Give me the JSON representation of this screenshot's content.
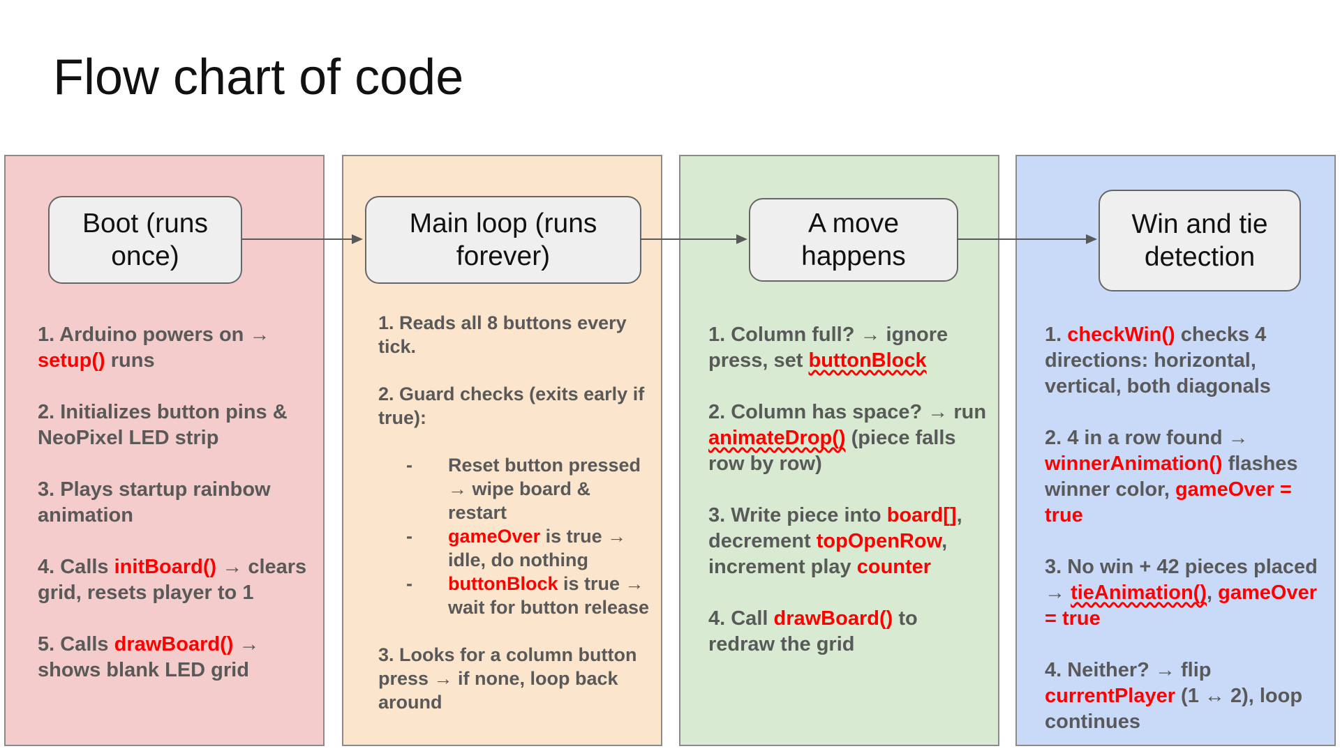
{
  "title": "Flow chart of code",
  "colors": {
    "col1_bg": "#f4cccc",
    "col2_bg": "#fce5cd",
    "col3_bg": "#d9ead3",
    "col4_bg": "#c9daf8",
    "highlight": "#ff0000"
  },
  "columns": [
    {
      "node": "Boot (runs\nonce)",
      "steps": [
        [
          {
            "t": "1. Arduino powers on → "
          },
          {
            "t": "setup()",
            "c": "red"
          },
          {
            "t": " runs"
          }
        ],
        [
          {
            "t": "2. Initializes button pins & NeoPixel LED strip"
          }
        ],
        [
          {
            "t": "3. Plays startup rainbow animation"
          }
        ],
        [
          {
            "t": "4. Calls "
          },
          {
            "t": "initBoard()",
            "c": "red"
          },
          {
            "t": " → clears grid, resets player to 1"
          }
        ],
        [
          {
            "t": "5. Calls "
          },
          {
            "t": "drawBoard()",
            "c": "red"
          },
          {
            "t": " → shows blank LED grid"
          }
        ]
      ]
    },
    {
      "node": "Main loop (runs\nforever)",
      "steps": [
        {
          "p": [
            {
              "t": "1. Reads all 8 buttons every tick."
            }
          ]
        },
        {
          "p": [
            {
              "t": "2. Guard checks (exits early if true):"
            }
          ]
        },
        {
          "list": [
            [
              {
                "t": "Reset button pressed → wipe board & restart"
              }
            ],
            [
              {
                "t": "gameOver",
                "c": "red"
              },
              {
                "t": " is true → idle, do nothing"
              }
            ],
            [
              {
                "t": "buttonBlock",
                "c": "red"
              },
              {
                "t": " is true → wait for button release"
              }
            ]
          ]
        },
        {
          "p": [
            {
              "t": "3. Looks for a column button press → if none, loop back around"
            }
          ]
        }
      ]
    },
    {
      "node": "A move\nhappens",
      "steps": [
        [
          {
            "t": "1. Column full? → ignore press, set "
          },
          {
            "t": "buttonBlock",
            "c": "red wavy"
          }
        ],
        [
          {
            "t": "2. Column has space? → run "
          },
          {
            "t": "animateDrop()",
            "c": "red wavy"
          },
          {
            "t": " (piece falls row by row)"
          }
        ],
        [
          {
            "t": "3. Write piece into "
          },
          {
            "t": "board[]",
            "c": "red"
          },
          {
            "t": ", decrement "
          },
          {
            "t": "topOpenRow",
            "c": "red"
          },
          {
            "t": ", increment play "
          },
          {
            "t": "counter",
            "c": "red"
          }
        ],
        [
          {
            "t": "4. Call "
          },
          {
            "t": "drawBoard()",
            "c": "red"
          },
          {
            "t": " to redraw the grid"
          }
        ]
      ]
    },
    {
      "node": "Win and tie\ndetection",
      "steps": [
        [
          {
            "t": "1. "
          },
          {
            "t": "checkWin()",
            "c": "red"
          },
          {
            "t": " checks 4 directions: horizontal, vertical, both diagonals"
          }
        ],
        [
          {
            "t": "2. 4 in a row found → "
          },
          {
            "t": "winnerAnimation()",
            "c": "red"
          },
          {
            "t": " flashes winner color, "
          },
          {
            "t": "gameOver = true",
            "c": "red"
          }
        ],
        [
          {
            "t": "3. No win + 42 pieces placed → "
          },
          {
            "t": "tieAnimation()",
            "c": "red wavy"
          },
          {
            "t": ", "
          },
          {
            "t": "gameOver = true",
            "c": "red"
          }
        ],
        [
          {
            "t": "4. Neither? → flip "
          },
          {
            "t": "currentPlayer",
            "c": "red"
          },
          {
            "t": " (1 ↔ 2), loop continues"
          }
        ]
      ]
    }
  ]
}
